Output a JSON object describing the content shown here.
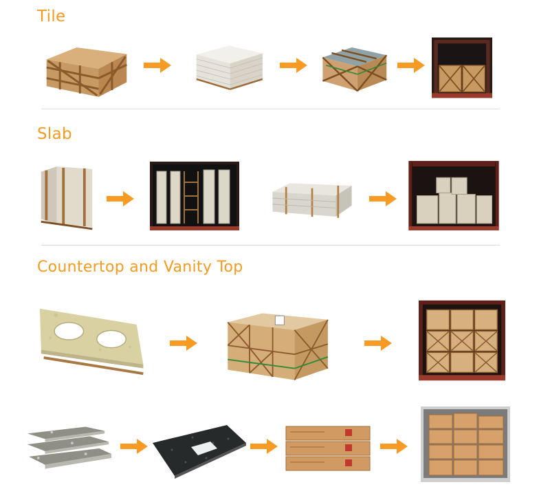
{
  "sections": {
    "tile": {
      "title": "Tile"
    },
    "slab": {
      "title": "Slab"
    },
    "countertop": {
      "title": "Countertop and Vanity Top"
    }
  },
  "colors": {
    "heading": "#f39b22",
    "arrow": "#f79b25",
    "divider": "#dcdcdc",
    "wood": "#c89a63",
    "carton": "#c98f55",
    "stone": "#d8d4c8",
    "container": "#7a2c22"
  },
  "icons": {
    "arrow": "right-arrow-icon"
  }
}
